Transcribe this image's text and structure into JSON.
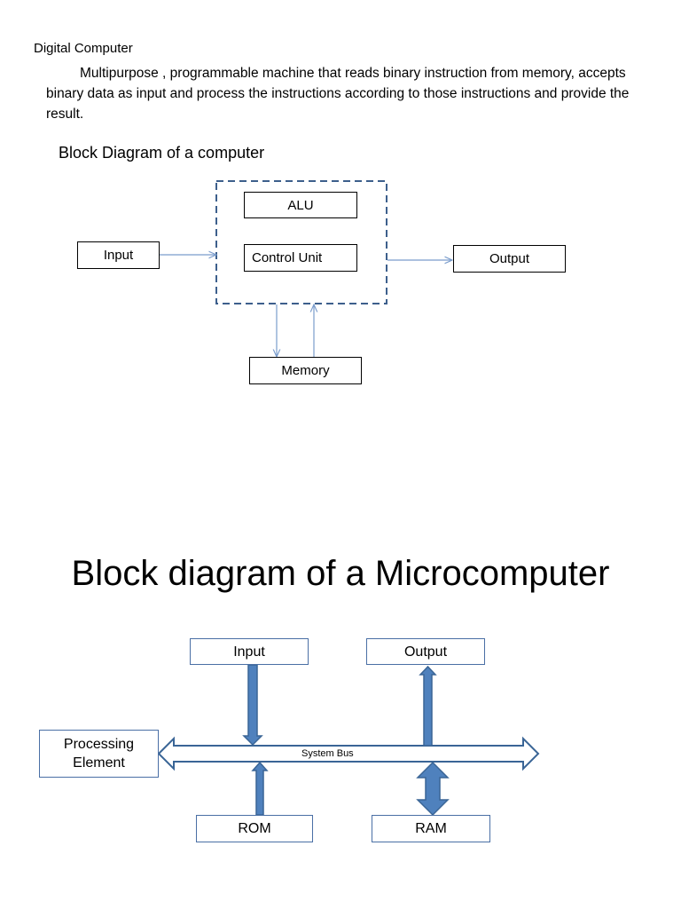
{
  "section1": {
    "heading": "Digital Computer",
    "paragraph": "Multipurpose , programmable machine that reads binary instruction from memory, accepts binary data as input and process the instructions according to those instructions and provide the result.",
    "diagram_title": "Block Diagram of a computer",
    "blocks": {
      "alu": "ALU",
      "control_unit": "Control Unit",
      "input": "Input",
      "output": "Output",
      "memory": "Memory"
    },
    "colors": {
      "dashed_border": "#3d5f8c",
      "arrow": "#7a9ccc"
    }
  },
  "section2": {
    "title": "Block diagram of a Microcomputer",
    "blocks": {
      "input": "Input",
      "output": "Output",
      "processing_element": "Processing Element",
      "rom": "ROM",
      "ram": "RAM"
    },
    "bus_label": "System Bus",
    "colors": {
      "arrow_fill": "#4f81bd",
      "arrow_stroke": "#3a6596",
      "box_border": "#4a6fa5"
    }
  }
}
